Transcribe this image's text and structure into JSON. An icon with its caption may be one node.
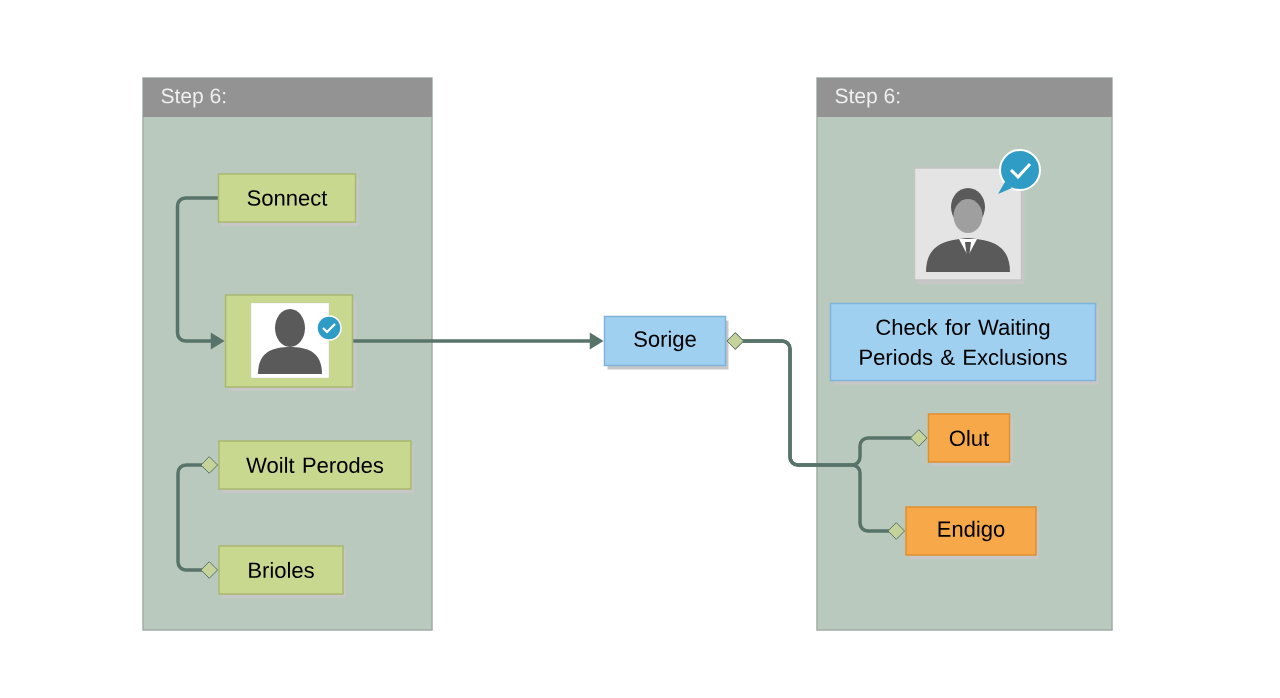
{
  "diagram": {
    "nodes": [
      {
        "text": [
          "Step 6:"
        ]
      },
      {
        "text": [
          "Sonnect"
        ],
        "in": 0
      },
      {
        "text": [],
        "shape": "person",
        "in": 0
      },
      {
        "text": [
          "Woilt Perodes"
        ],
        "in": 0
      },
      {
        "text": [
          "Brioles"
        ],
        "in": 0
      },
      {
        "text": [
          "Sorige"
        ]
      },
      {
        "text": [
          "Step 6:"
        ]
      },
      {
        "text": [],
        "shape": "person",
        "in": 6
      },
      {
        "text": [
          "Check for Waiting Periods & Exclusions"
        ],
        "in": 6
      },
      {
        "text": [
          "Olut"
        ],
        "in": 6
      },
      {
        "text": [
          "Endigo"
        ],
        "in": 6
      }
    ],
    "edges": [
      {
        "from": 1,
        "to": 2,
        "arrow": "to"
      },
      {
        "from": 2,
        "to": 5,
        "arrow": "to"
      },
      {
        "from": 3,
        "to": 4,
        "arrow": "other"
      },
      {
        "from": 5,
        "to": 10,
        "arrow": "other"
      },
      {
        "from": 5,
        "to": 9,
        "arrow": "other"
      }
    ]
  }
}
